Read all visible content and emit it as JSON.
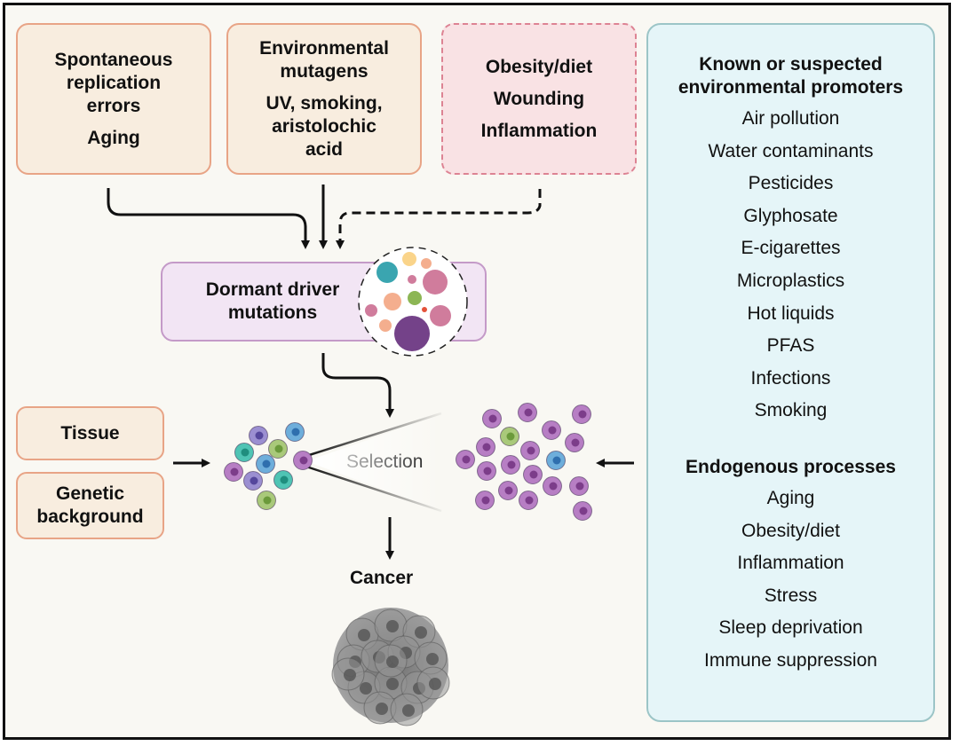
{
  "diagram": {
    "sources": [
      {
        "lines": [
          "Spontaneous",
          "replication",
          "errors"
        ],
        "sub": [
          "Aging"
        ],
        "style": "solid"
      },
      {
        "lines": [
          "Environmental",
          "mutagens"
        ],
        "sub": [
          "UV, smoking,",
          "aristolochic",
          "acid"
        ],
        "style": "solid"
      },
      {
        "lines": [
          "Obesity/diet",
          "Wounding",
          "Inflammation"
        ],
        "sub": [],
        "style": "dashed"
      }
    ],
    "dormant": {
      "lines": [
        "Dormant driver",
        "mutations"
      ]
    },
    "modifiers": [
      {
        "lines": [
          "Tissue"
        ]
      },
      {
        "lines": [
          "Genetic",
          "background"
        ]
      }
    ],
    "selection_label": "Selection",
    "cancer_label": "Cancer",
    "right_panel": {
      "env_heading": [
        "Known or suspected",
        "environmental promoters"
      ],
      "env_items": [
        "Air pollution",
        "Water contaminants",
        "Pesticides",
        "Glyphosate",
        "E-cigarettes",
        "Microplastics",
        "Hot liquids",
        "PFAS",
        "Infections",
        "Smoking"
      ],
      "endo_heading": "Endogenous processes",
      "endo_items": [
        "Aging",
        "Obesity/diet",
        "Inflammation",
        "Stress",
        "Sleep deprivation",
        "Immune suppression"
      ]
    },
    "colors": {
      "source_fill": "#f8eddf",
      "source_border": "#e8a486",
      "dashed_fill": "#f9e2e4",
      "dashed_border": "#dd8393",
      "dormant_fill": "#f2e5f4",
      "dormant_border": "#c49ac8",
      "panel_fill": "#e5f5f8",
      "panel_border": "#9cc5c7",
      "clone_purple": "#b77ec4",
      "clone_green": "#a9c97a",
      "clone_blue": "#6eaedb",
      "clone_teal": "#4fc4b4",
      "clone_violet": "#9b8fd1",
      "mutation_dark_purple": "#744289",
      "mutation_teal": "#3aa5b0",
      "mutation_pink": "#d07c9c",
      "mutation_peach": "#f4ae8e",
      "mutation_yellow": "#fad48a",
      "mutation_green": "#8cb654",
      "mutation_red": "#e4523a",
      "tumor_gray": "#8a8a8a"
    }
  }
}
